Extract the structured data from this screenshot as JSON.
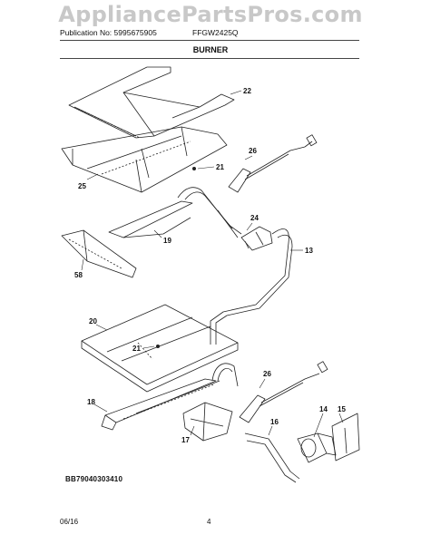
{
  "header": {
    "watermark": "AppliancePartsPros.com",
    "publication": "Publication No: 5995675905",
    "model": "FFGW2425Q",
    "section": "BURNER"
  },
  "callouts": {
    "c22": "22",
    "c26a": "26",
    "c21a": "21",
    "c25": "25",
    "c24": "24",
    "c19": "19",
    "c13": "13",
    "c58": "58",
    "c20": "20",
    "c21b": "21",
    "c26b": "26",
    "c18": "18",
    "c14": "14",
    "c15": "15",
    "c16": "16",
    "c17": "17"
  },
  "footer": {
    "reference": "BB79040303410",
    "date": "06/16",
    "page": "4"
  }
}
